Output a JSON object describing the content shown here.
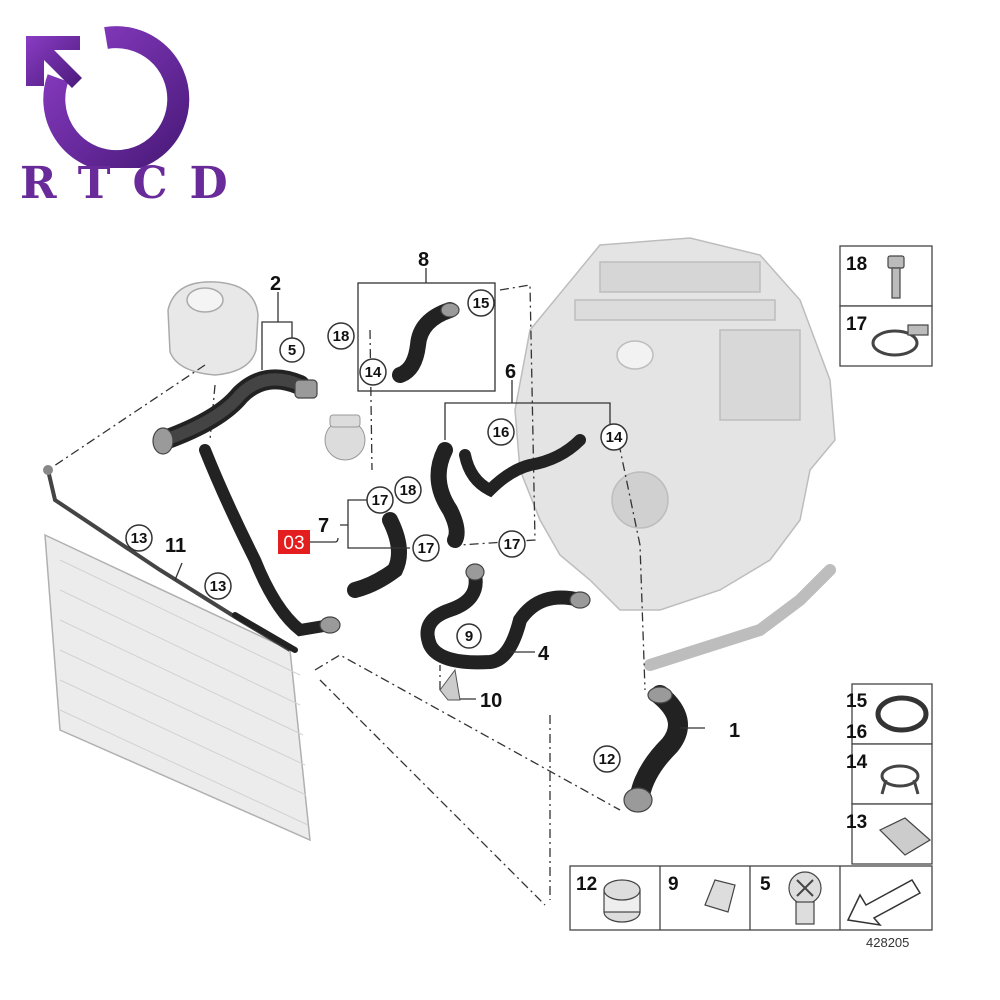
{
  "brand": {
    "logo_text": "RTCD",
    "logo_color": "#6a2b9a"
  },
  "highlight": {
    "label": "03",
    "color": "#e41e1e"
  },
  "diagram_id": "428205",
  "callouts": {
    "c1": "1",
    "c2": "2",
    "c4": "4",
    "c6": "6",
    "c7": "7",
    "c8": "8",
    "c10": "10",
    "c11": "11",
    "r5": "5",
    "r9": "9",
    "r12": "12",
    "r13a": "13",
    "r13b": "13",
    "r14a": "14",
    "r14b": "14",
    "r15": "15",
    "r16": "16",
    "r17a": "17",
    "r17b": "17",
    "r17c": "17",
    "r18a": "18",
    "r18b": "18"
  },
  "legend": {
    "l18": "18",
    "l17": "17",
    "l15": "15",
    "l16": "16",
    "l14": "14",
    "l13": "13",
    "l12": "12",
    "l9": "9",
    "l5": "5"
  }
}
